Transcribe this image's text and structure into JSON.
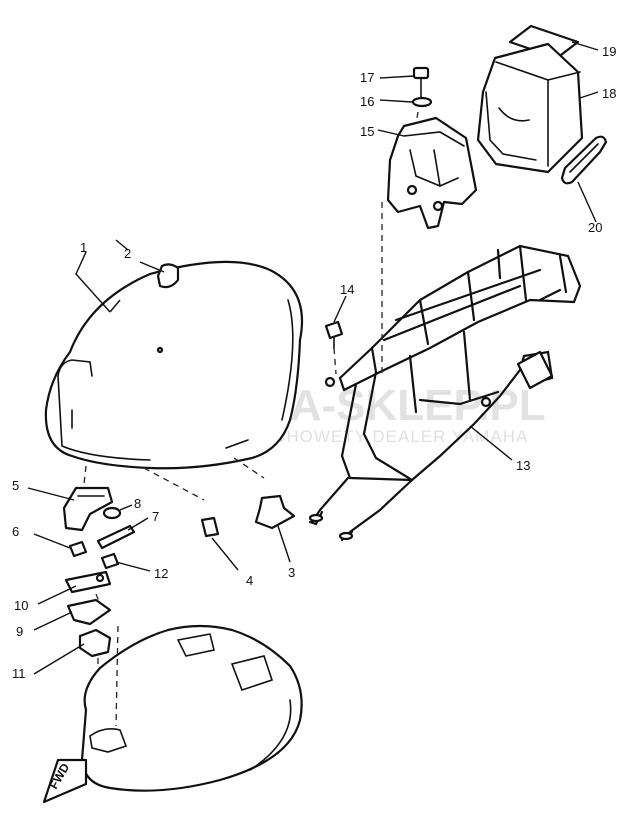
{
  "watermark": {
    "title": "YAMA-SKLEP.PL",
    "subtitle": "WOLCIECHOWETY DEALER YAMAHA"
  },
  "direction_marker": "FWD",
  "callouts": {
    "c1": "1",
    "c2": "2",
    "c3": "3",
    "c4": "4",
    "c5": "5",
    "c6": "6",
    "c7": "7",
    "c8": "8",
    "c9": "9",
    "c10": "10",
    "c11": "11",
    "c12": "12",
    "c13": "13",
    "c14": "14",
    "c15": "15",
    "c16": "16",
    "c17": "17",
    "c18": "18",
    "c19": "19",
    "c20": "20"
  }
}
